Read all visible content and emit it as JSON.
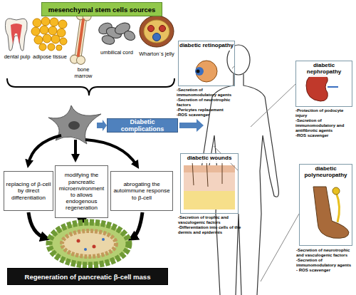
{
  "diagram": {
    "nodes": [
      {
        "text": [
          "mesenchymal stem cells sources"
        ]
      },
      {
        "text": [
          "Diabetic complications"
        ]
      },
      {
        "text": [
          "replacing of β-cell by direct differentiation"
        ]
      },
      {
        "text": [
          "modifying the pancreatic microenvironment to allows endogenous regeneration"
        ]
      },
      {
        "text": [
          "abrogating the autoimmune response to β-cell"
        ]
      },
      {
        "text": [
          "Regeneration of pancreatic β-cell mass"
        ]
      },
      {
        "text": [
          "diabetic retinopathy"
        ]
      },
      {
        "text": [
          "diabetic nephropathy"
        ]
      },
      {
        "text": [
          "diabetic wounds"
        ]
      },
      {
        "text": [
          "diabetic polyneuropathy"
        ]
      }
    ],
    "labels": [
      "dental pulp",
      "adipose tissue",
      "bone marrow",
      "umbilical cord",
      "Wharton`s jelly",
      "-Secretion of immunomodulatory agents",
      "-Secretion of neurotrophic factors",
      "-Pericytes replacement",
      "-ROS scavenger",
      "-Protection of podocyte injury",
      "-Secretion of immunomodulatory and antifibrotic agents",
      "-ROS scavenger",
      "-Secretion of trophic and vasculogenic factors",
      "-Differentiation into cells of the dermis and epidermis",
      "-Secretion of neurotrophic and vasculogenic factors",
      "-Secretion of immunomodulatory agents",
      "- ROS scavenger"
    ]
  }
}
